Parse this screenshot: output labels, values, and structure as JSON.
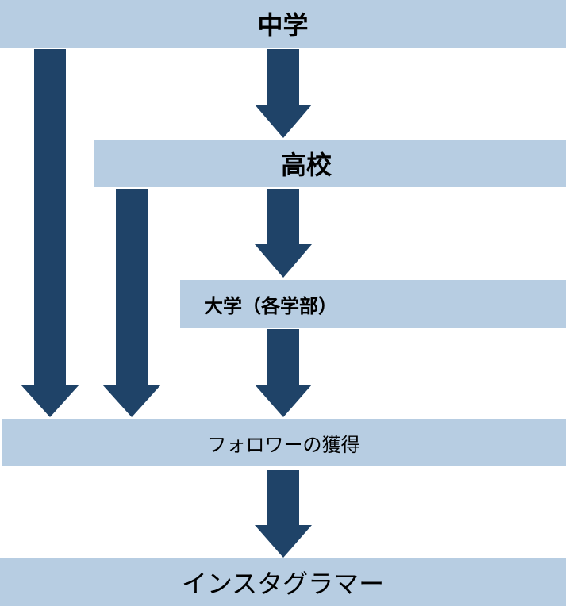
{
  "diagram": {
    "nodes": {
      "chugaku": "中学",
      "koukou": "高校",
      "daigaku": "大学（各学部）",
      "follower": "フォロワーの獲得",
      "instagrammer": "インスタグラマー"
    },
    "edges": [
      {
        "from": "chugaku",
        "to": "koukou"
      },
      {
        "from": "chugaku",
        "to": "follower"
      },
      {
        "from": "koukou",
        "to": "daigaku"
      },
      {
        "from": "koukou",
        "to": "follower"
      },
      {
        "from": "daigaku",
        "to": "follower"
      },
      {
        "from": "follower",
        "to": "instagrammer"
      }
    ],
    "colors": {
      "box_fill": "#b7cde2",
      "arrow_fill": "#1f4368",
      "text": "#000000"
    }
  }
}
